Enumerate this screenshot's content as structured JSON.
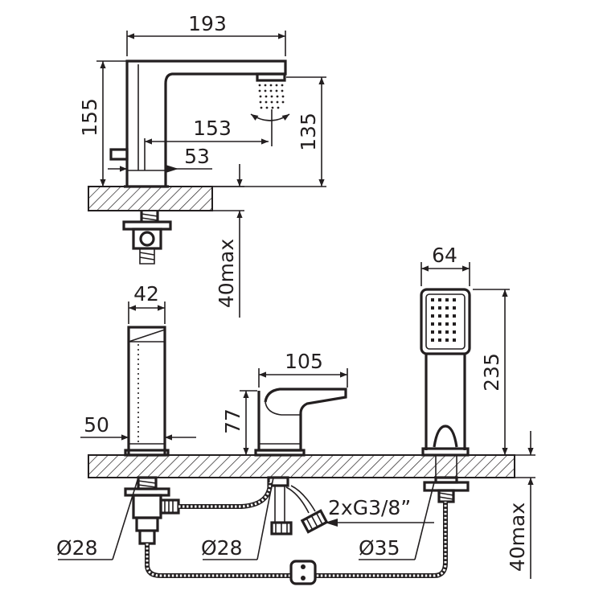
{
  "dimensions": {
    "top_width": "193",
    "top_height_total": "155",
    "spout_reach": "153",
    "spout_height": "135",
    "lever_offset": "53",
    "deck_thickness_top": "40max",
    "column_width": "42",
    "column_base": "50",
    "valve_width": "105",
    "valve_height": "77",
    "handshower_width": "64",
    "handshower_height": "235",
    "deck_thickness_bottom": "40max",
    "connection_thread": "2xG3/8”",
    "dia_column": "Ø28",
    "dia_valve": "Ø28",
    "dia_handshower": "Ø35"
  },
  "colors": {
    "ink": "#231f20",
    "background": "#ffffff"
  }
}
